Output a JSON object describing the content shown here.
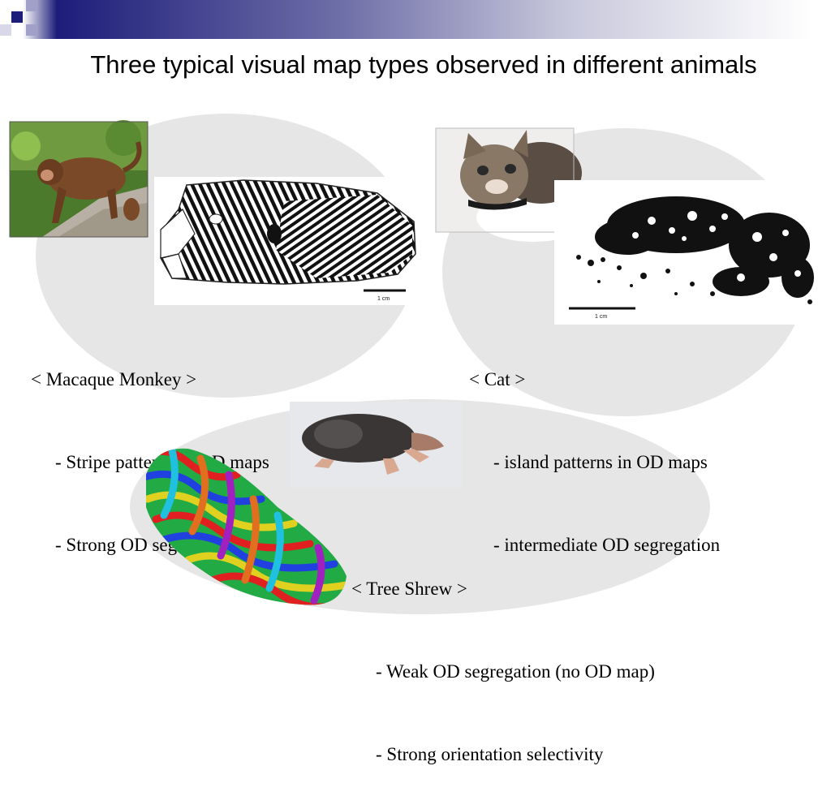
{
  "slide": {
    "title": "Three typical visual map types observed in different animals"
  },
  "panels": [
    {
      "animal_label": "< Macaque Monkey >",
      "points": [
        "- Stripe patterns in OD maps",
        "- Strong OD segregation"
      ],
      "scale_label": "1 cm"
    },
    {
      "animal_label": "< Cat >",
      "points": [
        "- island patterns in OD maps",
        "- intermediate OD segregation"
      ],
      "scale_label": "1 cm"
    },
    {
      "animal_label": "< Tree Shrew >",
      "points": [
        "- Weak OD segregation (no OD map)",
        "- Strong orientation selectivity"
      ]
    }
  ],
  "colors": {
    "header_dark": "#1d1d7a",
    "blob_gray": "#e6e6e6"
  }
}
